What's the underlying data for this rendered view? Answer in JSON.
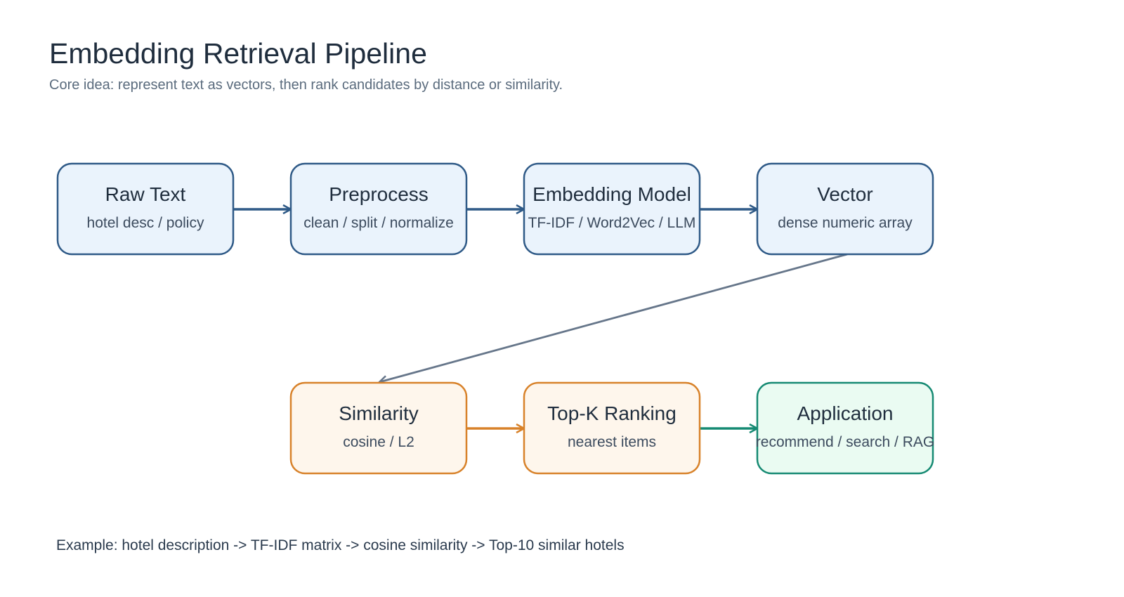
{
  "header": {
    "title": "Embedding Retrieval Pipeline",
    "subtitle": "Core idea: represent text as vectors, then rank candidates by distance or similarity."
  },
  "nodes": [
    {
      "id": "raw-text",
      "title": "Raw Text",
      "subtitle": "hotel desc / policy",
      "style": "blue"
    },
    {
      "id": "preprocess",
      "title": "Preprocess",
      "subtitle": "clean / split / normalize",
      "style": "blue"
    },
    {
      "id": "embedding-model",
      "title": "Embedding Model",
      "subtitle": "TF-IDF / Word2Vec / LLM",
      "style": "blue"
    },
    {
      "id": "vector",
      "title": "Vector",
      "subtitle": "dense numeric array",
      "style": "blue"
    },
    {
      "id": "similarity",
      "title": "Similarity",
      "subtitle": "cosine / L2",
      "style": "orange"
    },
    {
      "id": "top-k-ranking",
      "title": "Top-K Ranking",
      "subtitle": "nearest items",
      "style": "orange"
    },
    {
      "id": "application",
      "title": "Application",
      "subtitle": "recommend / search / RAG",
      "style": "green"
    }
  ],
  "edges": [
    {
      "from": "raw-text",
      "to": "preprocess",
      "style": "blue"
    },
    {
      "from": "preprocess",
      "to": "embedding-model",
      "style": "blue"
    },
    {
      "from": "embedding-model",
      "to": "vector",
      "style": "blue"
    },
    {
      "from": "vector",
      "to": "similarity",
      "style": "gray"
    },
    {
      "from": "similarity",
      "to": "top-k-ranking",
      "style": "orange"
    },
    {
      "from": "top-k-ranking",
      "to": "application",
      "style": "green"
    }
  ],
  "colors": {
    "blue_stroke": "#2f5a87",
    "blue_fill": "#eaf3fc",
    "orange_stroke": "#d8822a",
    "orange_fill": "#fef6ec",
    "green_stroke": "#168a73",
    "green_fill": "#eafbf2",
    "gray_stroke": "#66768a"
  },
  "footer": {
    "example": "Example: hotel description -> TF-IDF matrix -> cosine similarity -> Top-10 similar hotels"
  }
}
